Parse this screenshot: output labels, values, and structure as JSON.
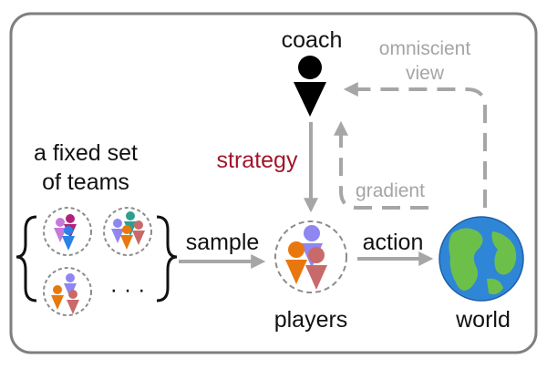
{
  "labels": {
    "coach": "coach",
    "omniscient_line1": "omniscient",
    "omniscient_line2": "view",
    "strategy": "strategy",
    "gradient": "gradient",
    "fixed_set_line1": "a fixed set",
    "fixed_set_line2": "of teams",
    "sample": "sample",
    "action": "action",
    "players": "players",
    "world": "world",
    "ellipsis": "· · ·"
  },
  "colors": {
    "frame": "#7f7f7f",
    "arrow": "#a6a6a6",
    "strategy": "#a0162b",
    "coach": "#000000",
    "purple": "#8f86f2",
    "orange": "#e8780e",
    "rose": "#c96a6a",
    "magenta": "#b0227a",
    "blue": "#2a82e6",
    "teal": "#2f9e8e",
    "violet": "#c57ad9",
    "ocean": "#2f86d6",
    "land": "#6cc04a"
  },
  "icons": {
    "coach": "coach-person-icon",
    "players": "player-figure-icon",
    "world": "globe-icon"
  }
}
